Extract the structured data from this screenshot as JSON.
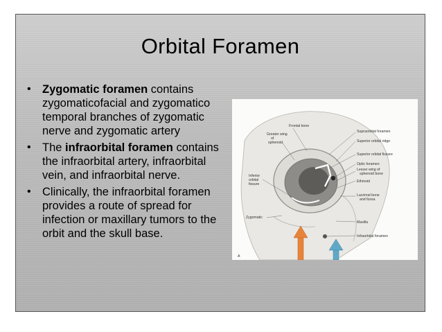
{
  "slide": {
    "title": "Orbital Foramen",
    "bullets": [
      {
        "bold": "Zygomatic foramen",
        "pre": "",
        "post": " contains zygomaticofacial and zygomatico temporal branches of zygomatic nerve and zygomatic artery"
      },
      {
        "bold": "infraorbital foramen",
        "pre": "The ",
        "post": " contains the infraorbital artery, infraorbital vein, and infraorbital nerve."
      },
      {
        "bold": "",
        "pre": "Clinically, the infraorbital foramen provides a route of spread for infection or maxillary tumors to the orbit and the skull base.",
        "post": ""
      }
    ],
    "bullet_glyph": "•"
  },
  "figure": {
    "labels": {
      "frontal_bone": "Frontal bone",
      "supraorbital_foramen": "Supraorbital foramen",
      "greater_wing_1": "Greater wing",
      "greater_wing_2": "of",
      "greater_wing_3": "sphenoid",
      "superior_orbital_ridge": "Superior orbital ridge",
      "superior_orbital_fissure": "Superior orbital fissure",
      "optic_foramen": "Optic foramen",
      "lesser_wing_1": "Lesser wing of",
      "lesser_wing_2": "sphenoid bone",
      "ethmoid": "Ethmoid",
      "inferior_fissure_1": "Inferior",
      "inferior_fissure_2": "orbital",
      "inferior_fissure_3": "fissure",
      "lacrimal_1": "Lacrimal bone",
      "lacrimal_2": "and fossa",
      "zygomatic": "Zygomatic",
      "maxilla": "Maxilla",
      "infraorbital_foramen": "Infraorbital foramen",
      "corner_mark": "A"
    },
    "colors": {
      "arrow_orange": "#e8843a",
      "arrow_blue": "#5fa8c8"
    }
  }
}
